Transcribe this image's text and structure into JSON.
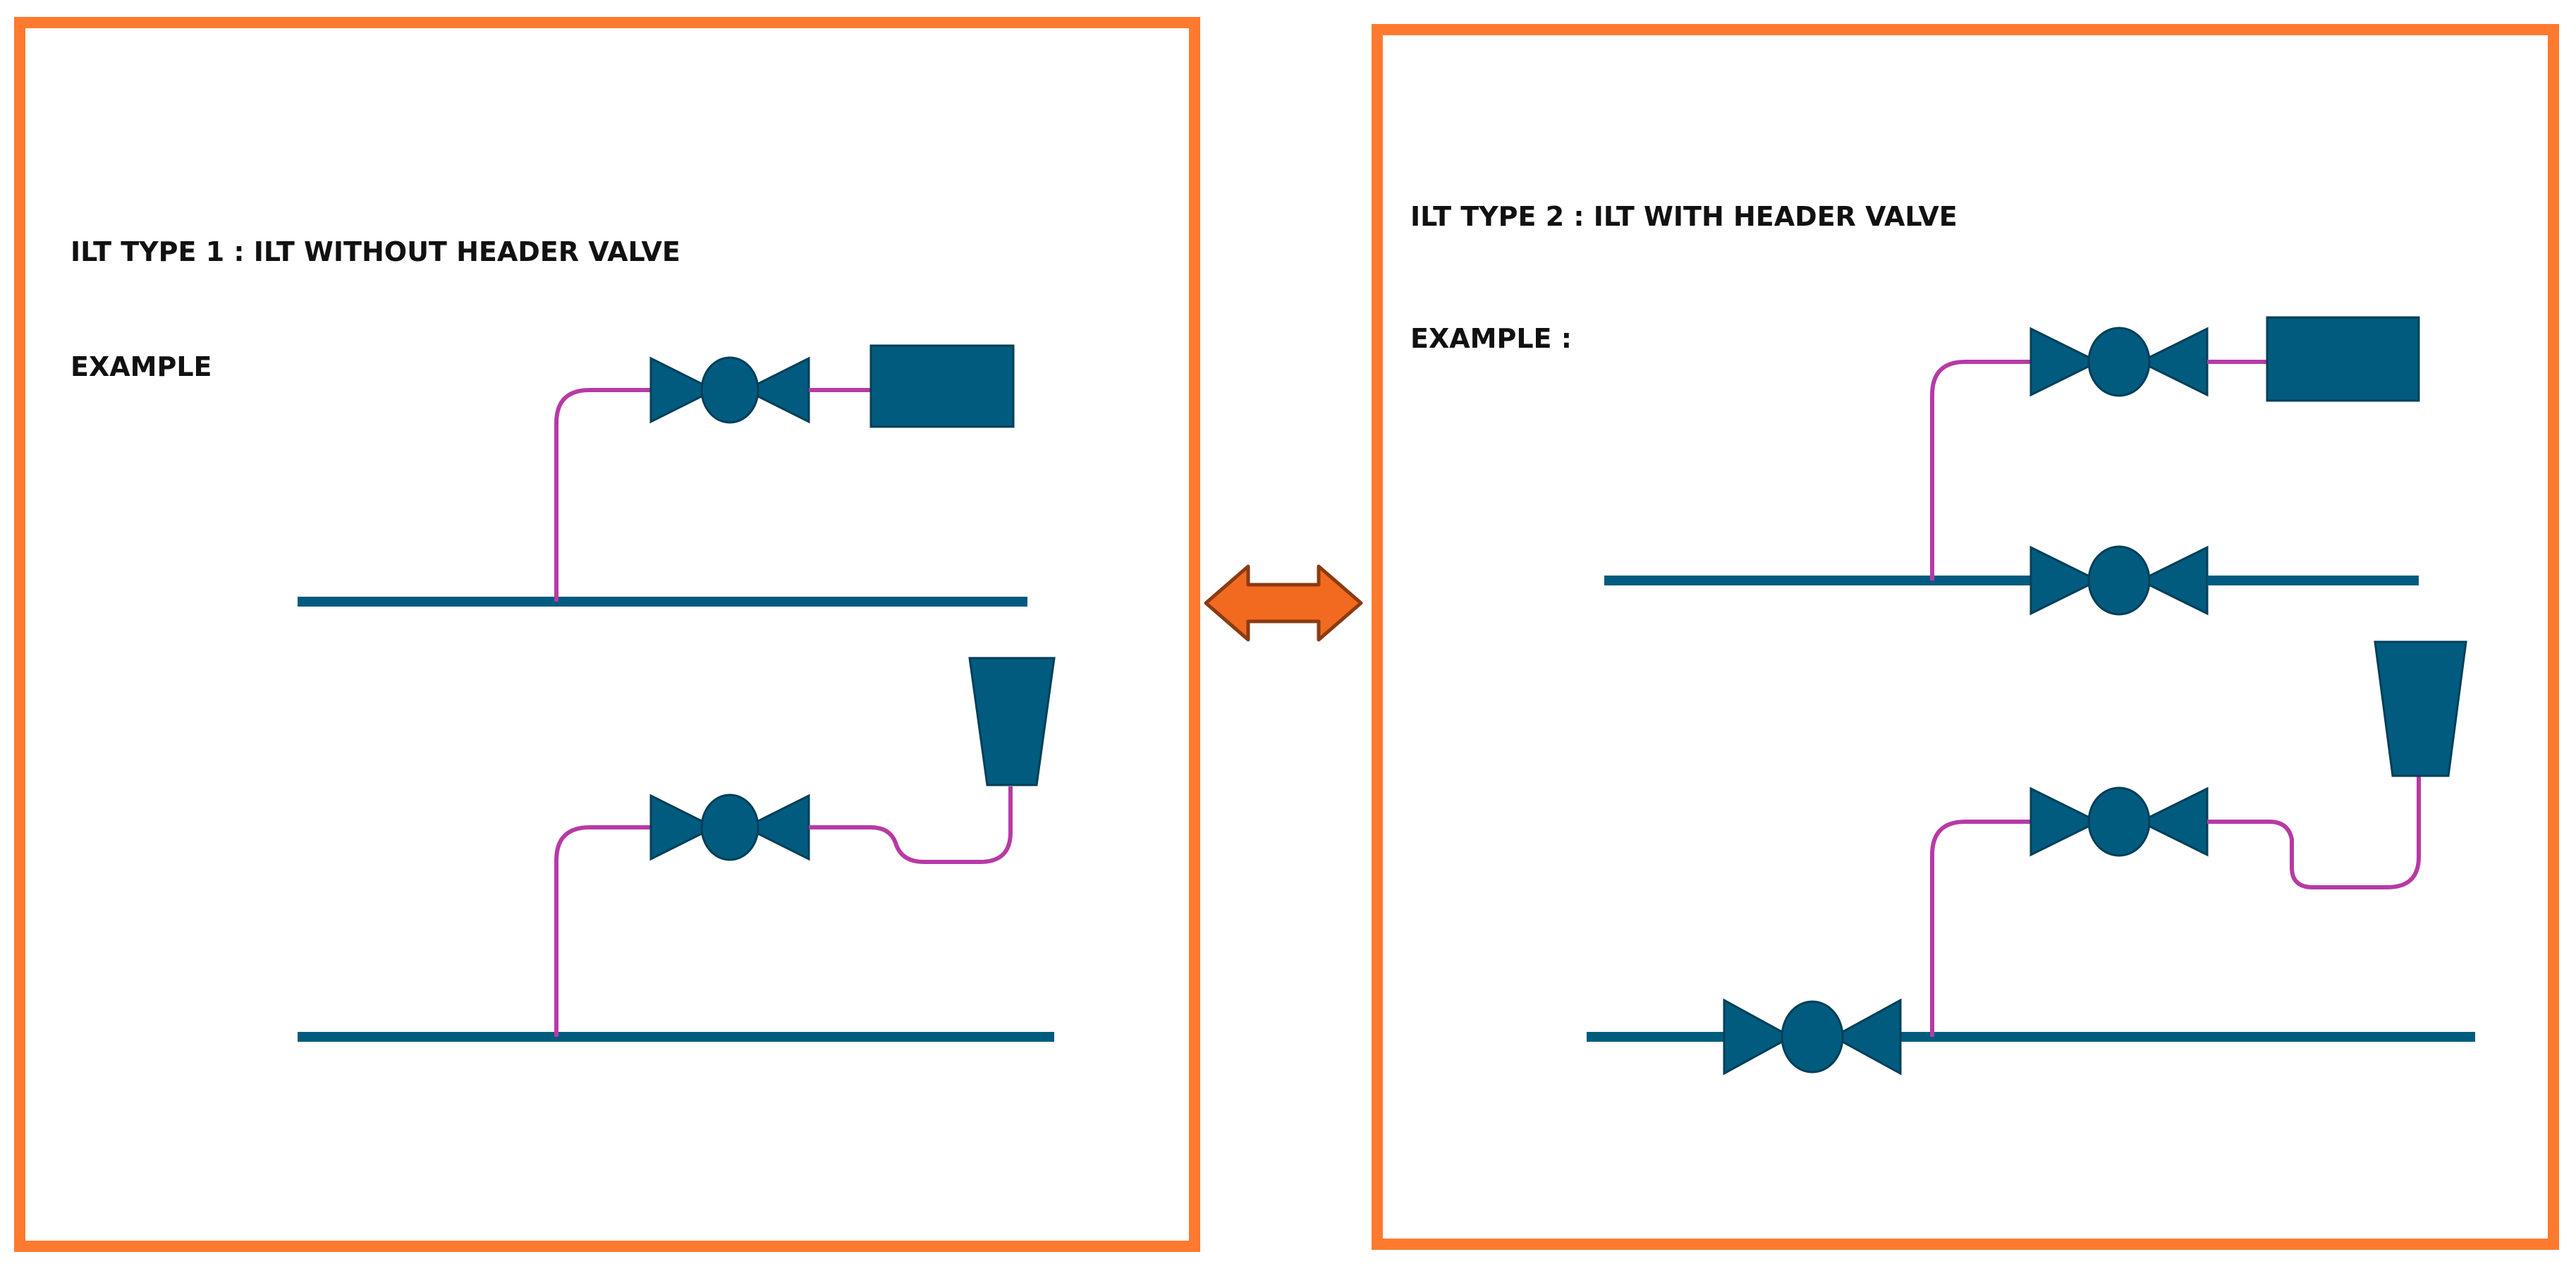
{
  "colors": {
    "frame": "#ff7a2f",
    "pipe": "#005b7f",
    "tubing": "#b73aa5",
    "arrow_fill": "#f26a1f",
    "arrow_stroke": "#8a3b12",
    "text": "#111111"
  },
  "left_panel": {
    "title": "ILT TYPE 1 : ILT WITHOUT HEADER VALVE",
    "example_label": "EXAMPLE"
  },
  "right_panel": {
    "title": "ILT TYPE 2 : ILT WITH HEADER VALVE",
    "example_label": "EXAMPLE :"
  },
  "connector": {
    "icon": "double-headed-arrow-icon"
  },
  "symbols": {
    "valve": "gate-valve-icon",
    "transmitter": "transmitter-box-icon",
    "gauge": "gauge-funnel-icon"
  }
}
